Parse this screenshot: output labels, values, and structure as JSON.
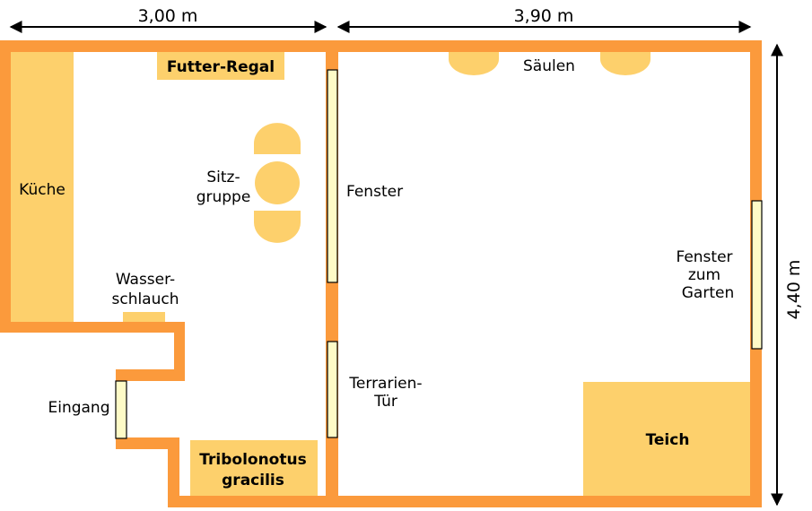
{
  "dimensions": {
    "width_left": "3,00 m",
    "width_right": "3,90 m",
    "height": "4,40 m"
  },
  "rooms": {
    "kueche": "Küche",
    "futter_regal": "Futter-Regal",
    "sitzgruppe": [
      "Sitz-",
      "gruppe"
    ],
    "wasserschlauch": [
      "Wasser-",
      "schlauch"
    ],
    "eingang": "Eingang",
    "tribolonotus": [
      "Tribolonotus",
      "gracilis"
    ],
    "fenster": "Fenster",
    "terrarien_tuer": [
      "Terrarien-",
      "Tür"
    ],
    "saeulen": "Säulen",
    "fenster_garten": [
      "Fenster",
      "zum",
      "Garten"
    ],
    "teich": "Teich"
  },
  "colors": {
    "wall": "#fb9a3c",
    "furniture": "#fdd06c",
    "window": "#fefbc7"
  }
}
